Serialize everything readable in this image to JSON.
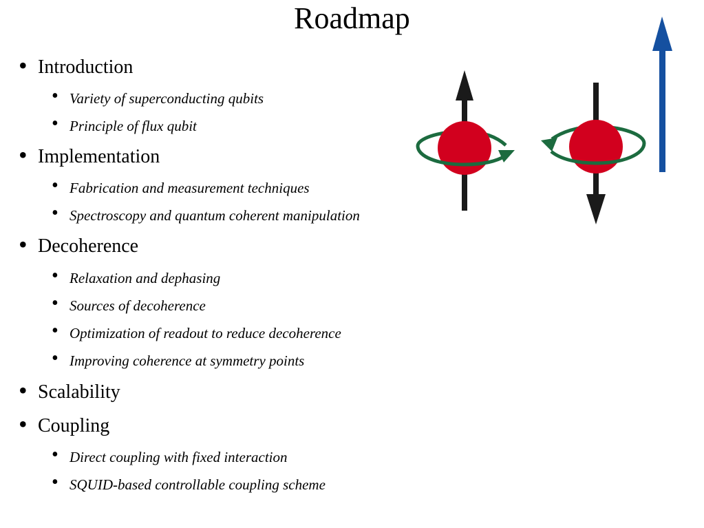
{
  "title": "Roadmap",
  "outline": [
    {
      "level": 1,
      "text": "Introduction"
    },
    {
      "level": 2,
      "text": "Variety of superconducting qubits"
    },
    {
      "level": 2,
      "text": "Principle of flux qubit"
    },
    {
      "level": 1,
      "text": "Implementation"
    },
    {
      "level": 2,
      "text": "Fabrication and measurement techniques"
    },
    {
      "level": 2,
      "text": "Spectroscopy and quantum coherent manipulation"
    },
    {
      "level": 1,
      "text": "Decoherence"
    },
    {
      "level": 2,
      "text": "Relaxation and dephasing"
    },
    {
      "level": 2,
      "text": "Sources of decoherence"
    },
    {
      "level": 2,
      "text": "Optimization of readout to reduce decoherence"
    },
    {
      "level": 2,
      "text": "Improving coherence at symmetry points"
    },
    {
      "level": 1,
      "text": "Scalability"
    },
    {
      "level": 1,
      "text": "Coupling"
    },
    {
      "level": 2,
      "text": "Direct coupling with fixed interaction"
    },
    {
      "level": 2,
      "text": "SQUID-based controllable coupling scheme"
    }
  ],
  "bullet_glyph": "•",
  "colors": {
    "sphere": "#d2001e",
    "orbit": "#1c6b3f",
    "spin_arrow": "#1a1a1a",
    "field_arrow": "#1550a0"
  }
}
